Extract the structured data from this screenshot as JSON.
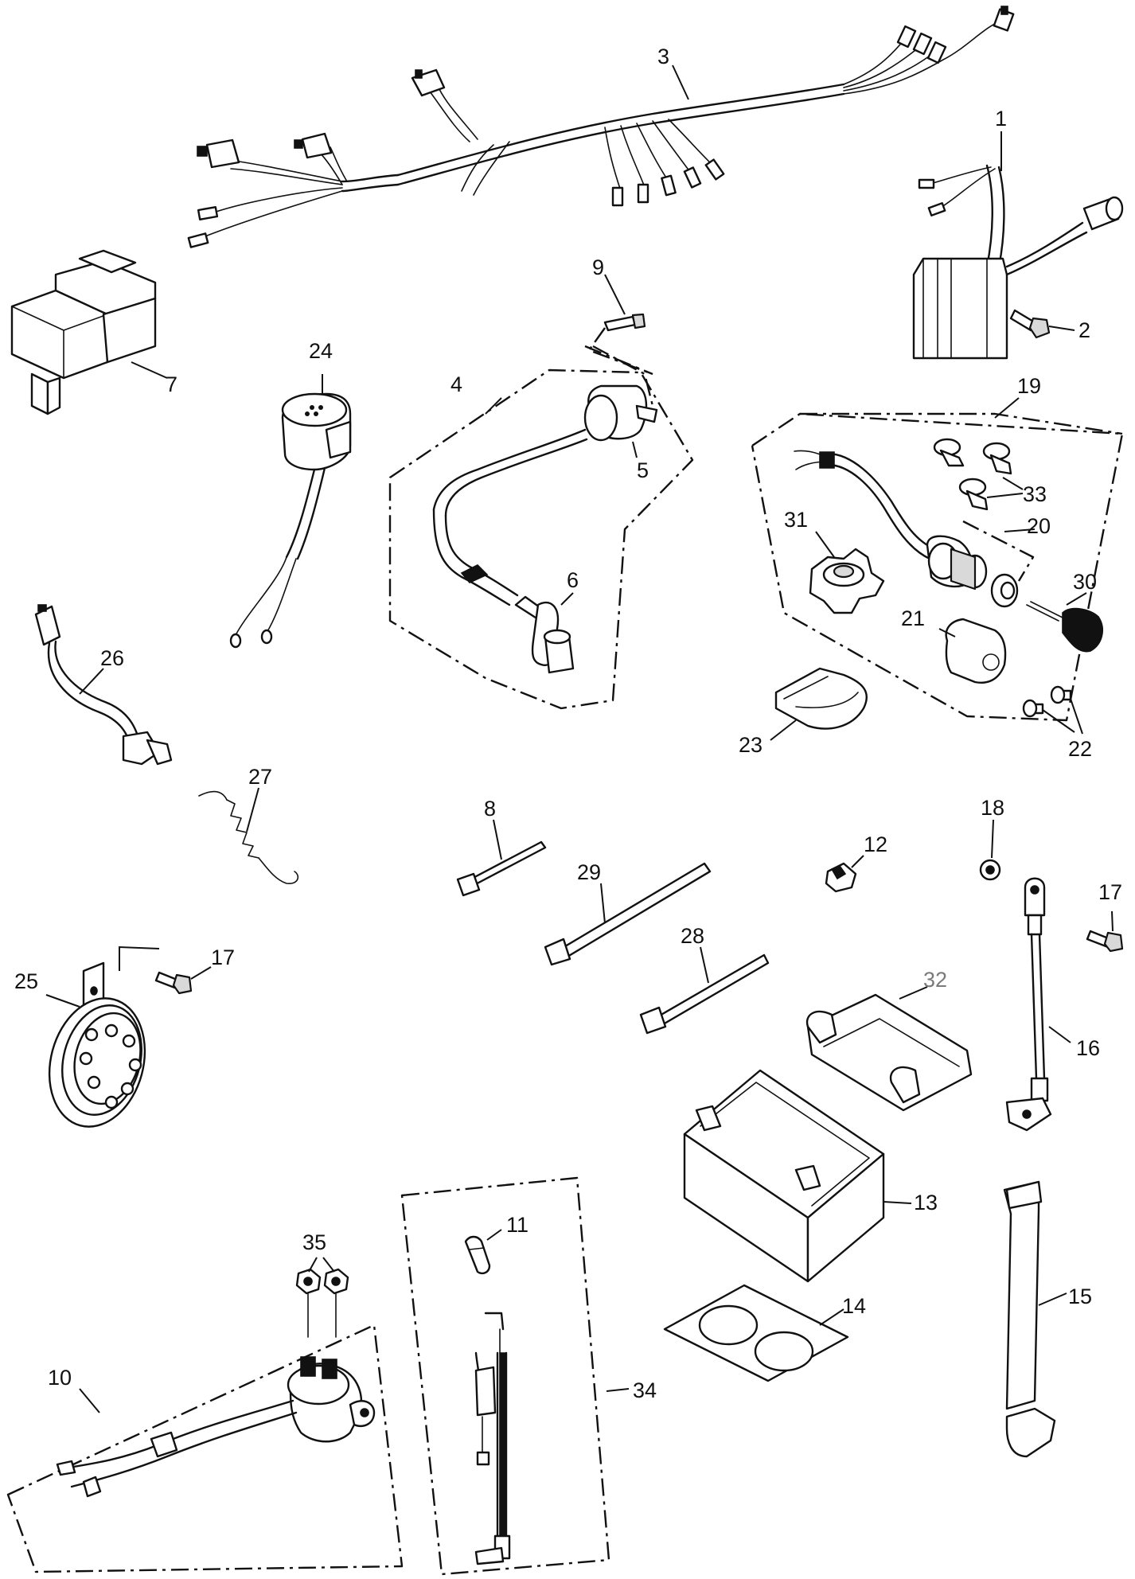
{
  "diagram": {
    "callouts": {
      "c1": "1",
      "c2": "2",
      "c3": "3",
      "c4": "4",
      "c5": "5",
      "c6": "6",
      "c7": "7",
      "c8": "8",
      "c9": "9",
      "c10": "10",
      "c11": "11",
      "c12": "12",
      "c13": "13",
      "c14": "14",
      "c15": "15",
      "c16": "16",
      "c17a": "17",
      "c17b": "17",
      "c18": "18",
      "c19": "19",
      "c20": "20",
      "c21": "21",
      "c22": "22",
      "c23": "23",
      "c24": "24",
      "c25": "25",
      "c26": "26",
      "c27": "27",
      "c28": "28",
      "c29": "29",
      "c30": "30",
      "c31": "31",
      "c32": "32",
      "c33": "33",
      "c34": "34",
      "c35": "35"
    },
    "colors": {
      "line": "#111111",
      "background": "#ffffff",
      "callout_32": "#7a7a7a"
    }
  }
}
